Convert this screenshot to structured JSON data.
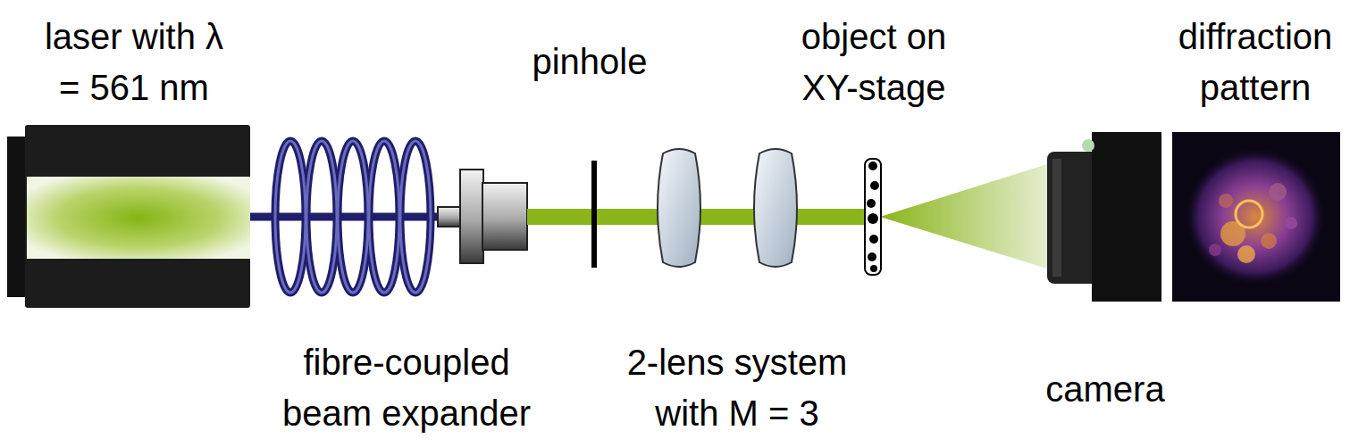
{
  "diagram": {
    "labels": [
      "laser with λ = 561 nm",
      "pinhole",
      "object on XY-stage",
      "diffraction pattern",
      "fibre-coupled beam expander",
      "2-lens system with M = 3",
      "camera"
    ]
  }
}
